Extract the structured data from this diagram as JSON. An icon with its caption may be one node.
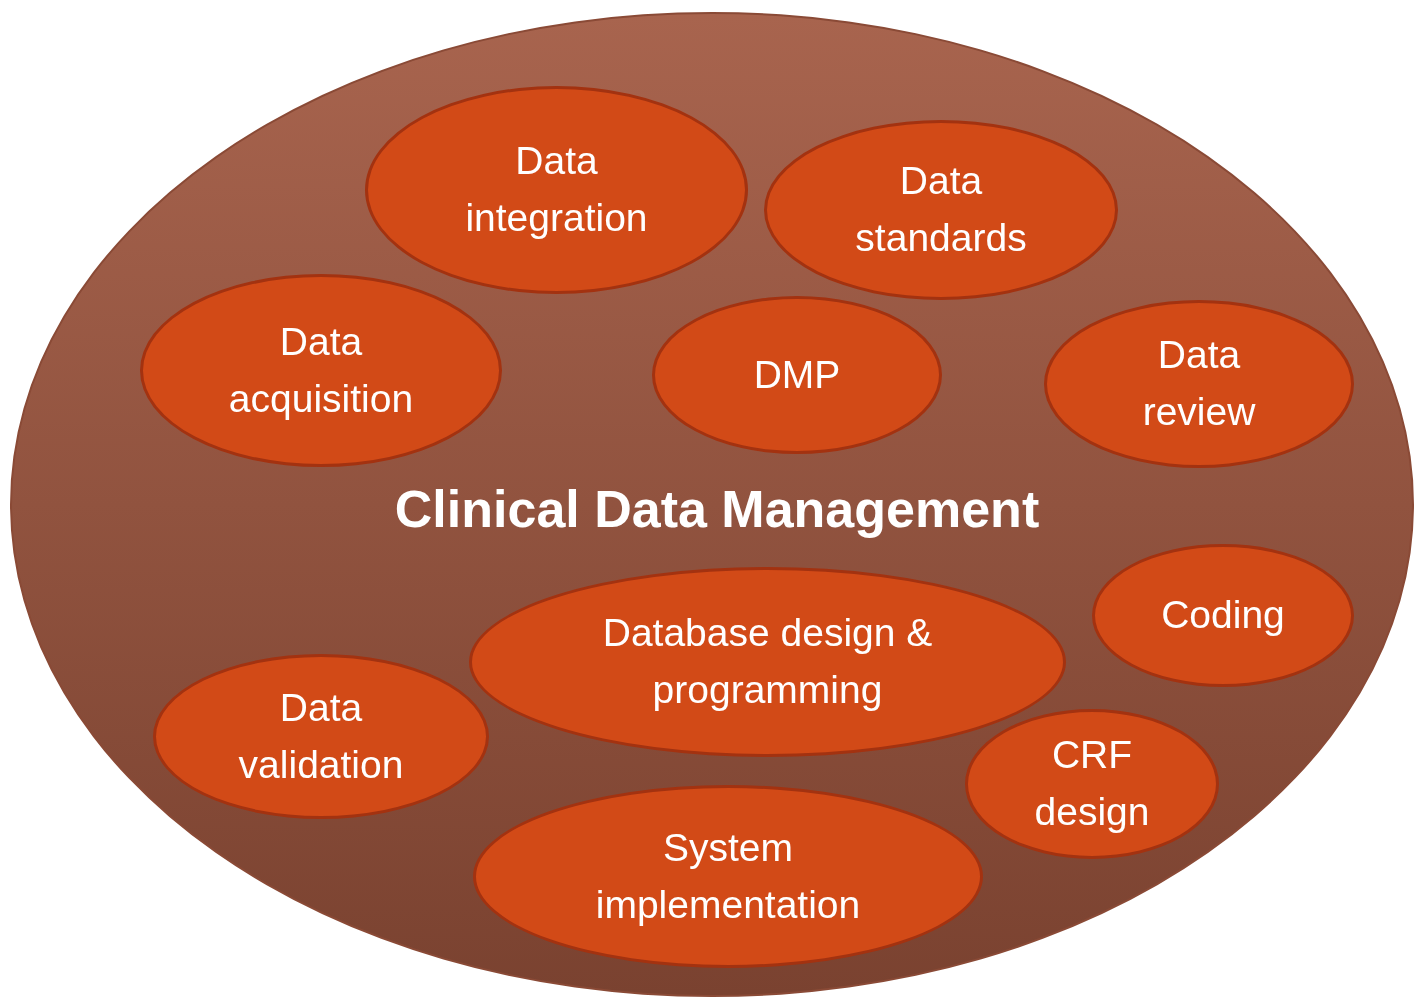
{
  "diagram": {
    "nodes": [
      {
        "text": [
          "Clinical Data Management"
        ]
      },
      {
        "text": [
          "Data integration"
        ],
        "in": 0
      },
      {
        "text": [
          "Data standards"
        ],
        "in": 0
      },
      {
        "text": [
          "Data acquisition"
        ],
        "in": 0
      },
      {
        "text": [
          "DMP"
        ],
        "in": 0
      },
      {
        "text": [
          "Data review"
        ],
        "in": 0
      },
      {
        "text": [
          "Coding"
        ],
        "in": 0
      },
      {
        "text": [
          "Database design & programming"
        ],
        "in": 0
      },
      {
        "text": [
          "Data validation"
        ],
        "in": 0
      },
      {
        "text": [
          "CRF design"
        ],
        "in": 0
      },
      {
        "text": [
          "System implementation"
        ],
        "in": 0
      }
    ],
    "edges": []
  }
}
